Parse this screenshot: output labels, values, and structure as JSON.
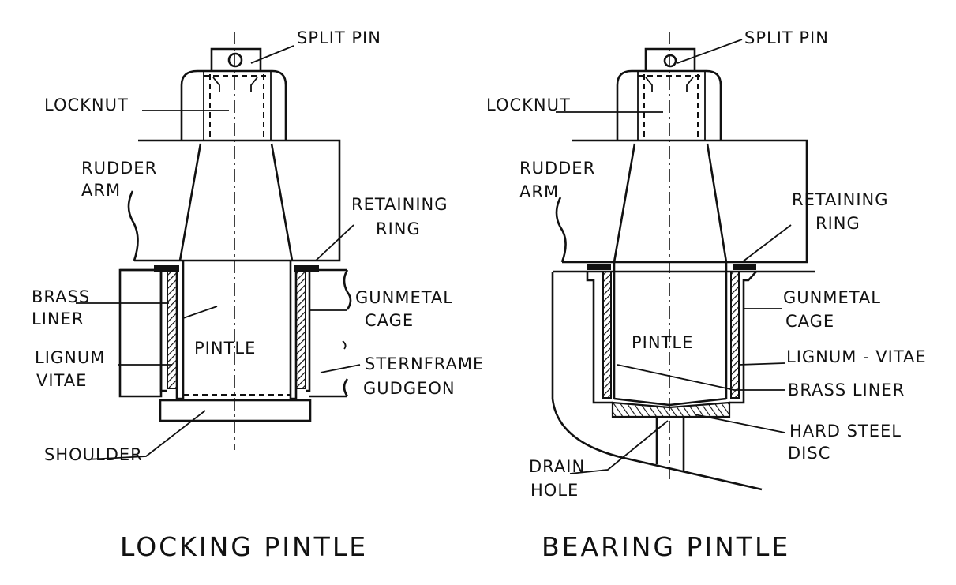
{
  "left_diagram": {
    "caption": "LOCKING PINTLE",
    "labels": {
      "split_pin": "SPLIT  PIN",
      "locknut": "LOCKNUT",
      "rudder": "RUDDER",
      "arm": "ARM",
      "retaining": "RETAINING",
      "ring": "RING",
      "brass": "BRASS",
      "liner": "LINER",
      "gunmetal": "GUNMETAL",
      "cage": "CAGE",
      "pintle": "PINTLE",
      "lignum": "LIGNUM",
      "vitae": "VITAE",
      "sternframe": "STERNFRAME",
      "gudgeon": "GUDGEON",
      "shoulder": "SHOULDER"
    }
  },
  "right_diagram": {
    "caption": "BEARING  PINTLE",
    "labels": {
      "split_pin": "SPLIT  PIN",
      "locknut": "LOCKNUT",
      "rudder": "RUDDER",
      "arm": "ARM",
      "retaining": "RETAINING",
      "ring": "RING",
      "gunmetal": "GUNMETAL",
      "cage": "CAGE",
      "pintle": "PINTLE",
      "lignum_vitae": "LIGNUM - VITAE",
      "brass_liner": "BRASS  LINER",
      "hard_steel": "HARD  STEEL",
      "disc": "DISC",
      "drain": "DRAIN",
      "hole": "HOLE"
    }
  }
}
